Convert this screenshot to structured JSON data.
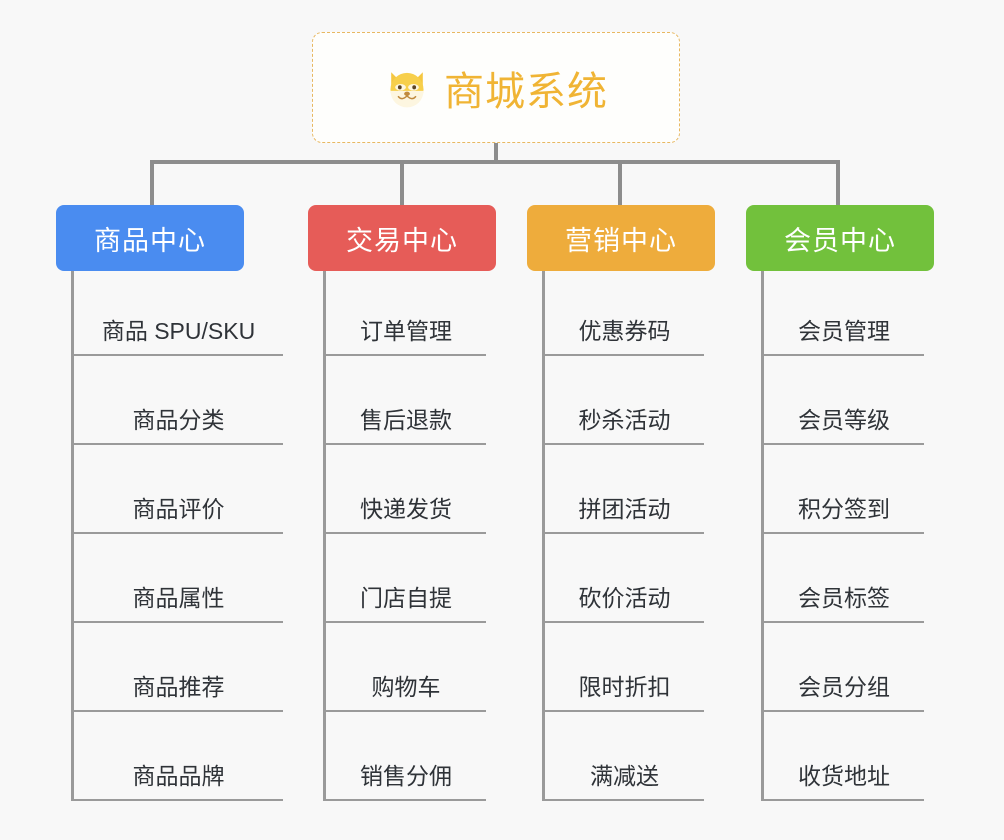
{
  "root": {
    "title": "商城系统",
    "icon": "shiba-dog-emoji",
    "border_color": "#e8b861",
    "text_color": "#f0b434",
    "background": "#fefefc"
  },
  "canvas": {
    "background": "#f8f8f8",
    "connector_color": "#8d8d8d"
  },
  "columns": [
    {
      "header": "商品中心",
      "color": "#4a8cf0",
      "items": [
        "商品 SPU/SKU",
        "商品分类",
        "商品评价",
        "商品属性",
        "商品推荐",
        "商品品牌"
      ]
    },
    {
      "header": "交易中心",
      "color": "#e65c58",
      "items": [
        "订单管理",
        "售后退款",
        "快递发货",
        "门店自提",
        "购物车",
        "销售分佣"
      ]
    },
    {
      "header": "营销中心",
      "color": "#eeac3c",
      "items": [
        "优惠券码",
        "秒杀活动",
        "拼团活动",
        "砍价活动",
        "限时折扣",
        "满减送"
      ]
    },
    {
      "header": "会员中心",
      "color": "#72c13c",
      "items": [
        "会员管理",
        "会员等级",
        "积分签到",
        "会员标签",
        "会员分组",
        "收货地址"
      ]
    }
  ]
}
